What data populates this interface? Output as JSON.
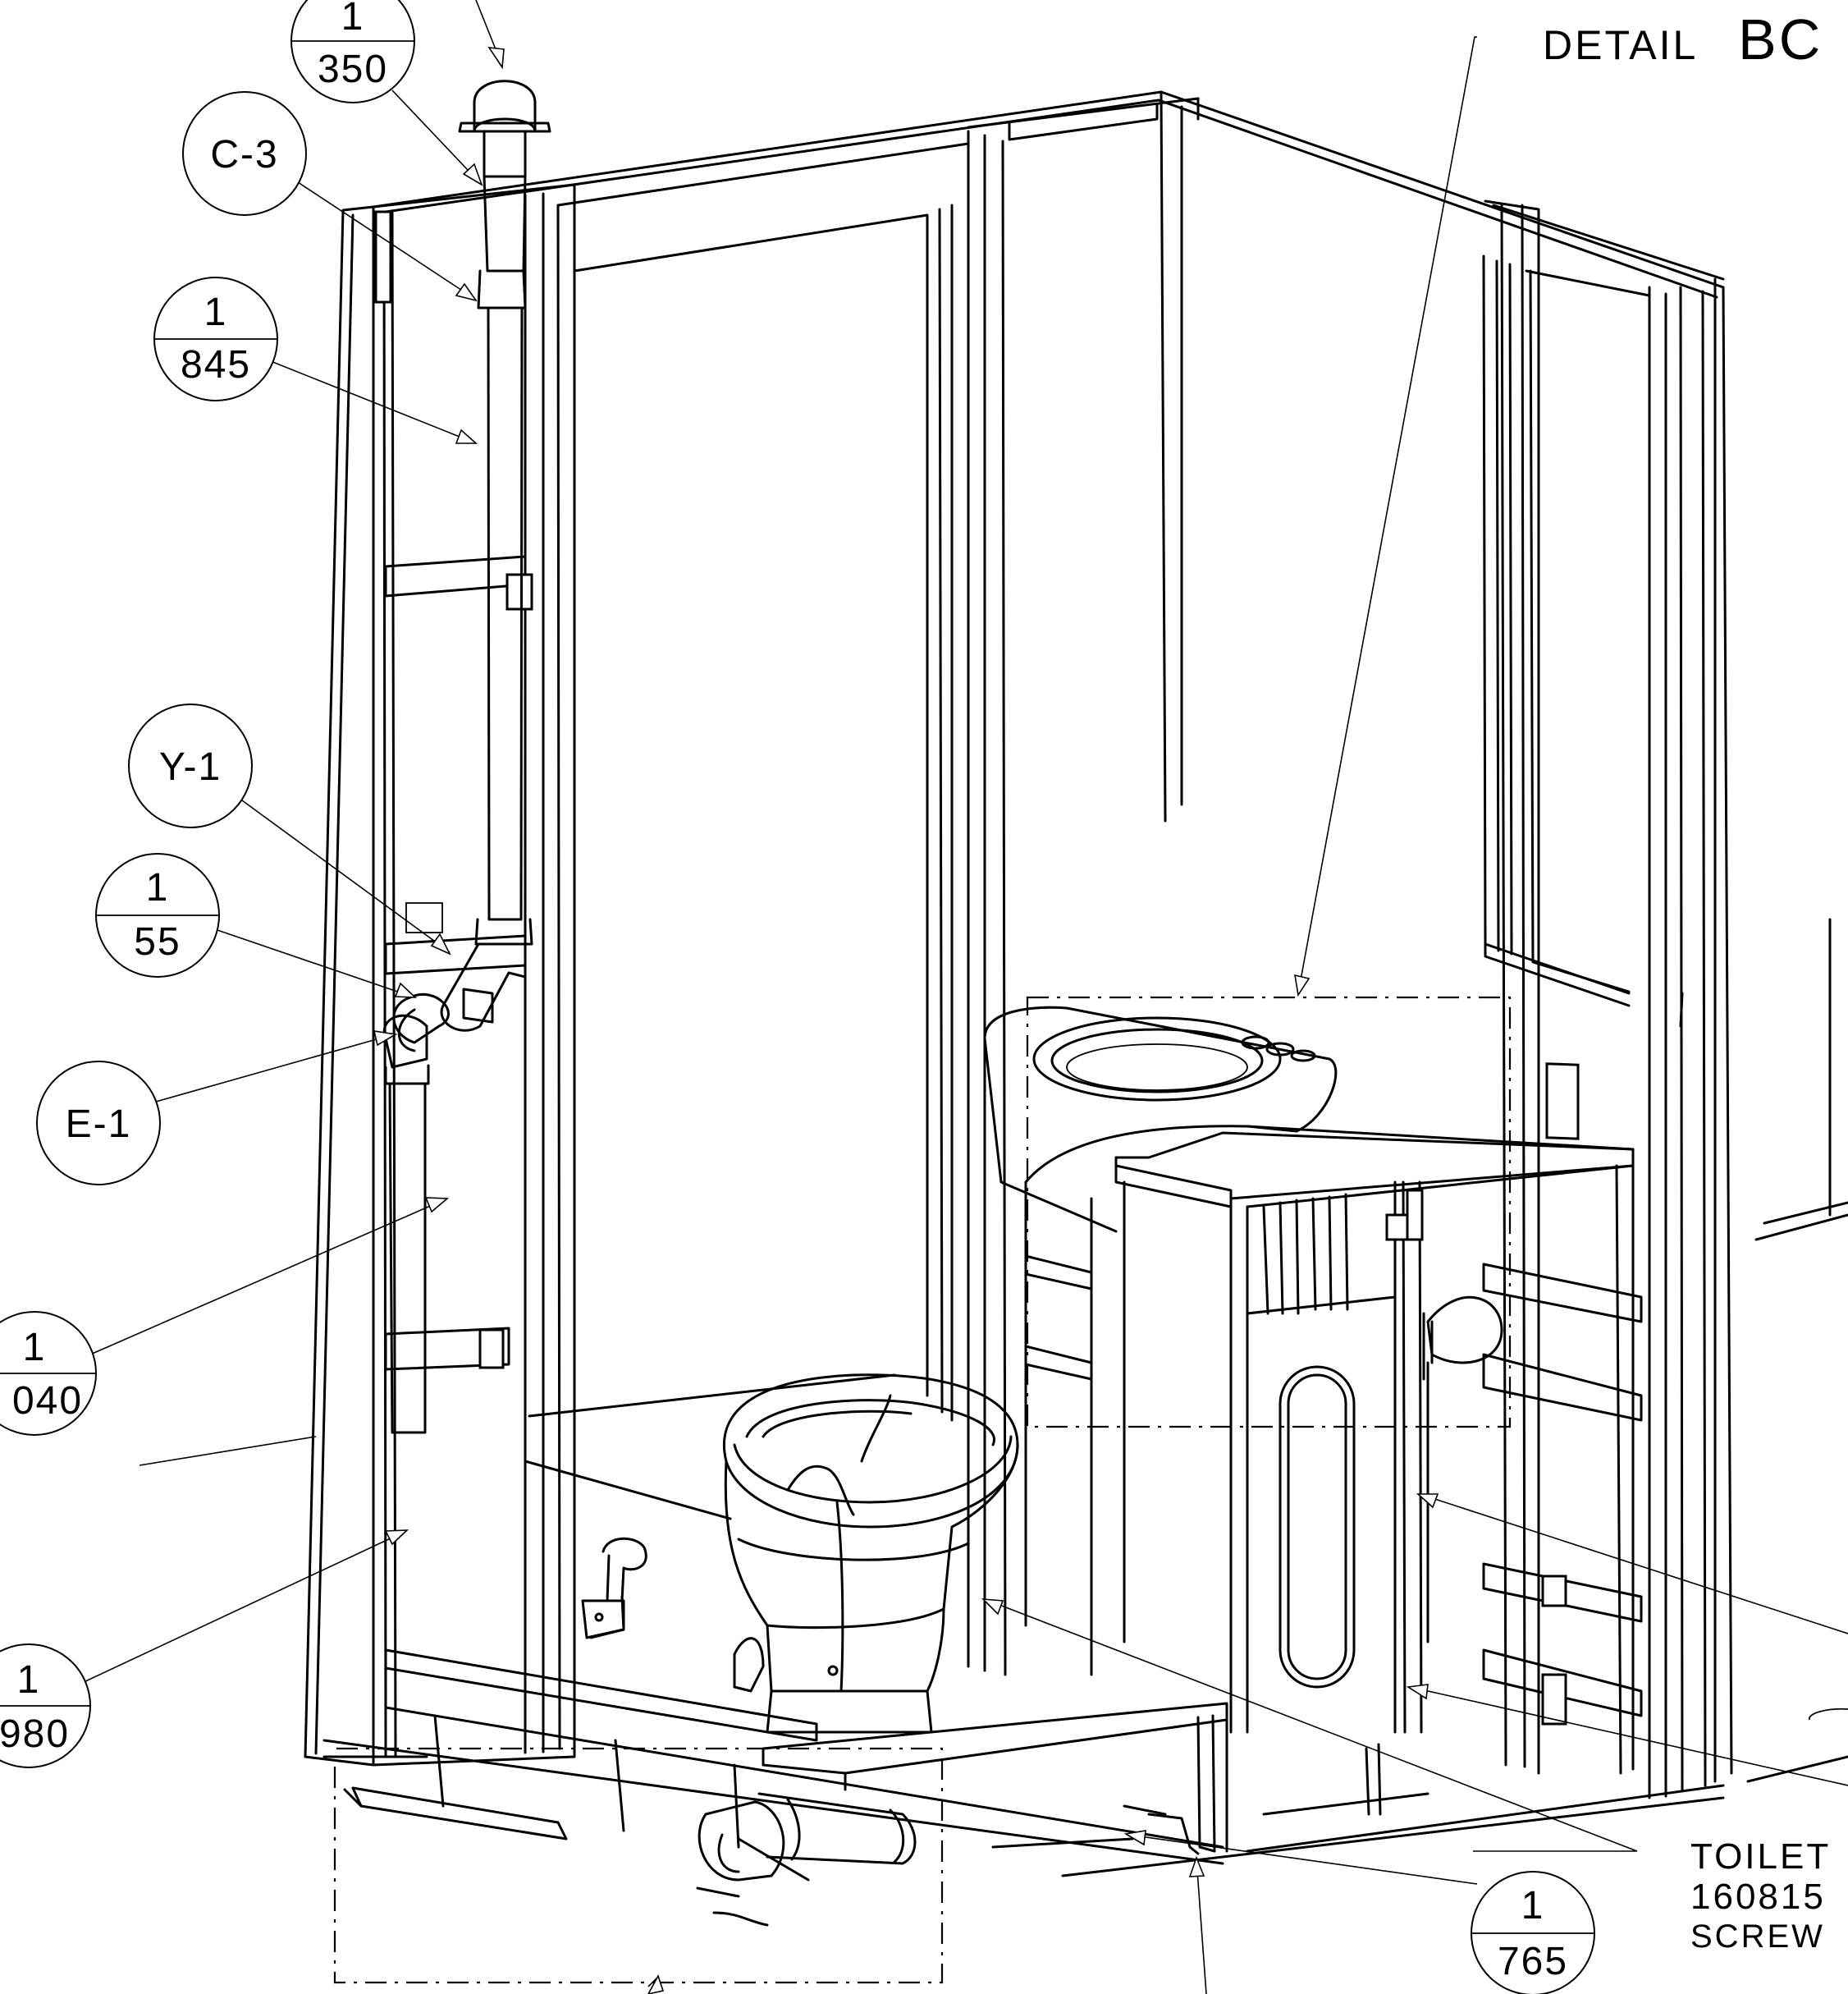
{
  "detail_title": {
    "prefix": "DETAIL",
    "id": "BC"
  },
  "callouts": [
    {
      "top": "1",
      "bottom": "350"
    },
    {
      "label": "C-3"
    },
    {
      "top": "1",
      "bottom": "845"
    },
    {
      "label": "Y-1"
    },
    {
      "top": "1",
      "bottom": "55"
    },
    {
      "label": "E-1"
    },
    {
      "top": "1",
      "bottom": "040"
    },
    {
      "top": "1",
      "bottom": "980"
    },
    {
      "top": "1",
      "bottom": "765"
    }
  ],
  "note_lines": [
    "TOILET",
    "160815",
    "SCREW"
  ]
}
